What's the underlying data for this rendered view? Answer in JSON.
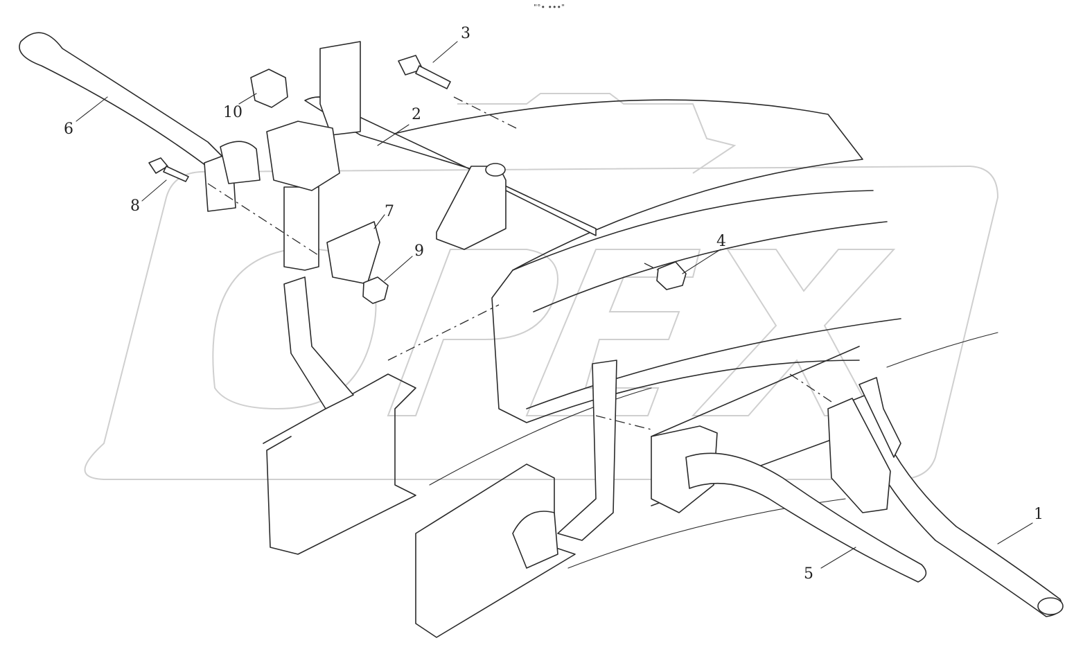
{
  "header_mark": "\"°• •••\"",
  "watermark": "OPEX",
  "callouts": [
    "1",
    "2",
    "3",
    "4",
    "5",
    "6",
    "7",
    "8",
    "9",
    "10"
  ],
  "colors": {
    "line": "#2a2a2a",
    "watermark": "#cfcfcf",
    "background": "#ffffff"
  }
}
